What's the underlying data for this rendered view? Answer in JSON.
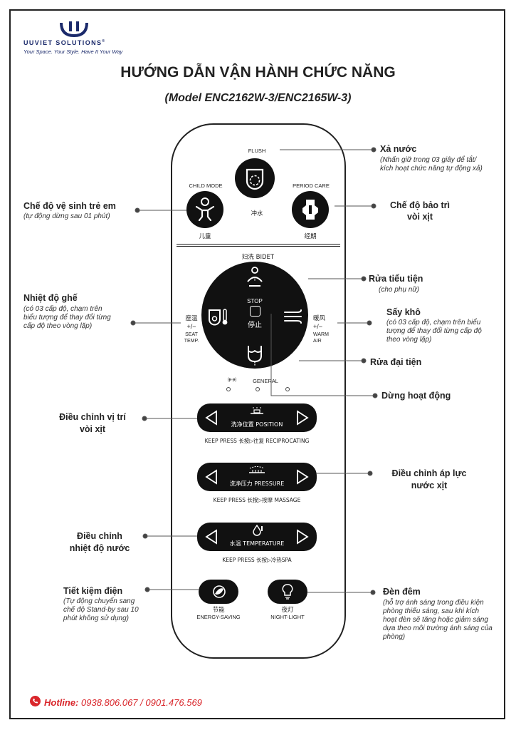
{
  "brand": {
    "name": "UUVIET SOLUTIONS",
    "trademark": "®",
    "slogan": "Your Space. Your Style. Have It Your Way",
    "color": "#1b2a6b"
  },
  "title": "HƯỚNG DẪN VẬN HÀNH CHỨC NĂNG",
  "subtitle": "(Model ENC2162W-3/ENC2165W-3)",
  "remote": {
    "flush": {
      "label": "FLUSH",
      "cn": "冲水"
    },
    "child_mode": {
      "label": "CHILD MODE",
      "cn": "儿童"
    },
    "period_care": {
      "label": "PERIOD CARE",
      "cn": "经期"
    },
    "bidet_label": "妇洗 BIDET",
    "stop": {
      "label": "STOP",
      "cn": "停止"
    },
    "general_label": "GENERAL",
    "lock_label": "(ᵽ·ᵽ)",
    "seat_temp": {
      "cn": "座温",
      "pm": "+/−",
      "en1": "SEAT",
      "en2": "TEMP."
    },
    "warm_air": {
      "cn": "暖风",
      "pm": "+/−",
      "en1": "WARM",
      "en2": "AIR"
    },
    "position": {
      "label": "洗净位置 POSITION",
      "keep": "KEEP PRESS 长按▷往复 RECIPROCATING"
    },
    "pressure": {
      "label": "洗净压力 PRESSURE",
      "keep": "KEEP PRESS 长按▷按摩 MASSAGE"
    },
    "temperature": {
      "label": "水温 TEMPERATURE",
      "keep": "KEEP PRESS 长按▷冷热SPA"
    },
    "energy": {
      "cn": "节能",
      "label": "ENERGY-SAVING"
    },
    "night": {
      "cn": "夜灯",
      "label": "NIGHT-LIGHT"
    }
  },
  "annotations": {
    "flush": {
      "title": "Xả nước",
      "desc": "(Nhấn giữ trong 03 giây để tắt/ kích hoạt chức năng tự động xả)"
    },
    "child": {
      "title": "Chế độ vệ sinh trẻ em",
      "desc": "(tự động dừng sau 01 phút)"
    },
    "maintenance": {
      "title": "Chế độ bảo trì",
      "title2": "vòi xịt"
    },
    "feminine": {
      "title": "Rửa tiểu tiện",
      "desc": "(cho phụ nữ)"
    },
    "seat": {
      "title": "Nhiệt độ ghế",
      "desc": "(có 03 cấp độ, chạm trên biểu tượng để thay đổi từng cấp độ theo vòng lặp)"
    },
    "dry": {
      "title": "Sấy khô",
      "desc": "(có 03 cấp độ, chạm trên biểu tượng để thay đổi từng cấp độ theo vòng lặp)"
    },
    "rear": {
      "title": "Rửa đại tiện"
    },
    "stop": {
      "title": "Dừng hoạt động"
    },
    "position": {
      "title": "Điều chỉnh vị trí",
      "title2": "vòi xịt"
    },
    "pressure": {
      "title": "Điều chỉnh áp lực",
      "title2": "nước xịt"
    },
    "water_temp": {
      "title": "Điều chỉnh",
      "title2": "nhiệt độ nước"
    },
    "energy": {
      "title": "Tiết kiệm điện",
      "desc": "(Tự động chuyển sang chế độ Stand-by sau 10 phút không sử dụng)"
    },
    "night": {
      "title": "Đèn đêm",
      "desc": "(hỗ trợ ánh sáng trong điều kiện phòng thiếu sáng, sau khi kích hoạt đèn sẽ tăng hoặc giảm sáng dựa theo môi trường ánh sáng của phòng)"
    }
  },
  "hotline": {
    "label": "Hotline:",
    "numbers": "0938.806.067 / 0901.476.569",
    "icon": "phone-icon",
    "color": "#d9262b"
  }
}
